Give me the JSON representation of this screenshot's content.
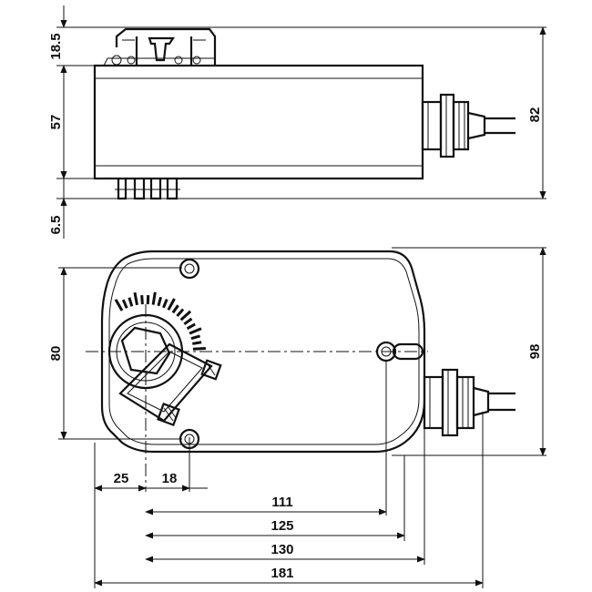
{
  "dimensions": {
    "side_top_offset": "18.5",
    "side_body_height": "57",
    "side_bottom_offset": "6.5",
    "side_total_height": "82",
    "front_hole_spacing": "80",
    "front_total_height": "98",
    "front_shaft_offset": "25",
    "front_hole_offset": "18",
    "front_slot_distance": "111",
    "front_body_length": "125",
    "front_gland_distance": "130",
    "front_total_length": "181"
  }
}
